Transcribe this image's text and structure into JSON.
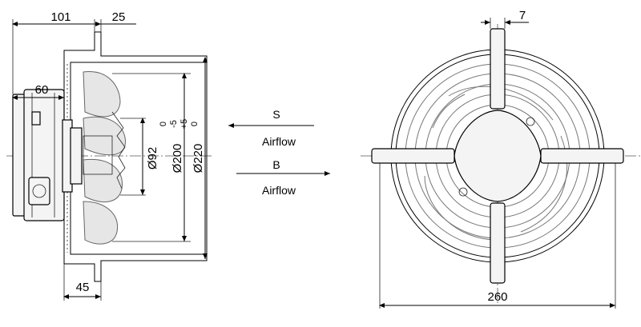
{
  "dimensions": {
    "side_depth_total": "101",
    "side_flange": "25",
    "side_motor": "60",
    "side_base": "45",
    "hub_diameter": "Ø92",
    "inner_diameter": "Ø200",
    "inner_tolerance_upper": "0",
    "inner_tolerance_lower": "-5",
    "outer_diameter": "Ø220",
    "outer_tolerance_upper": "+5",
    "outer_tolerance_lower": "0",
    "guard_wire_gap": "7",
    "guard_width": "260"
  },
  "airflow": {
    "s_label": "S",
    "s_text": "Airflow",
    "b_label": "B",
    "b_text": "Airflow"
  }
}
